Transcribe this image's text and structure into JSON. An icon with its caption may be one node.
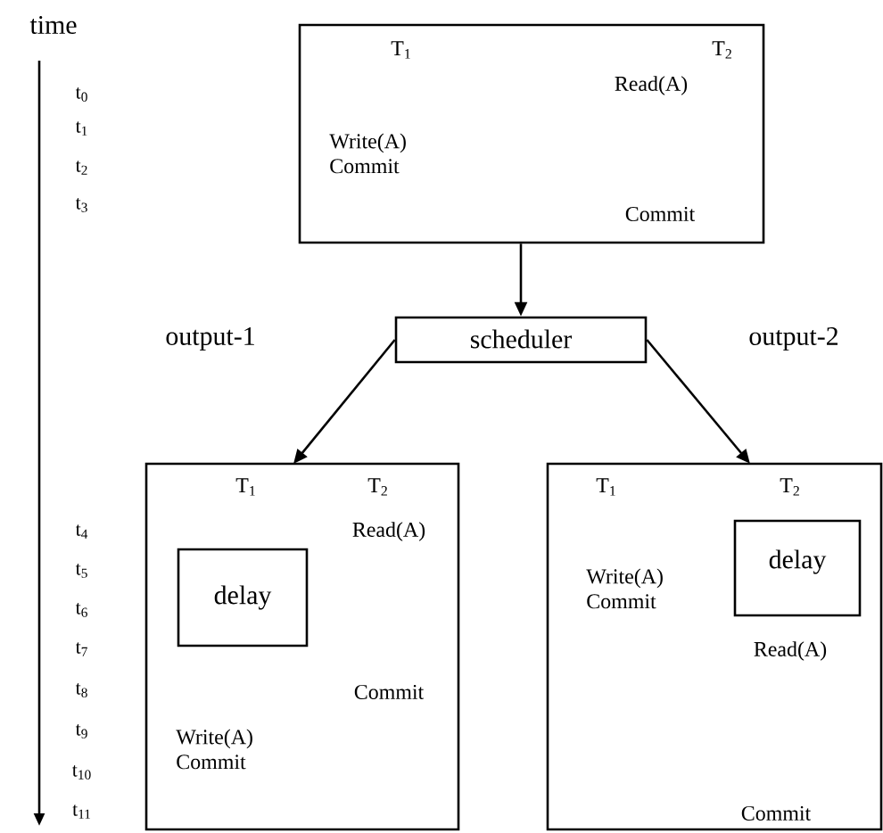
{
  "diagram": {
    "nodes": [
      {
        "text": [
          "T$_{1}$",
          "T$_{2}$",
          "Read(A)",
          "Write(A) Commit",
          "Commit"
        ]
      },
      {
        "text": [
          "scheduler"
        ]
      },
      {
        "text": [
          "T$_{1}$",
          "T$_{2}$",
          "Read(A)",
          "Commit",
          "Write(A) Commit"
        ]
      },
      {
        "text": [
          "delay"
        ],
        "in": 2
      },
      {
        "text": [
          "T$_{1}$",
          "T$_{2}$",
          "Write(A) Commit",
          "Read(A)",
          "Commit"
        ]
      },
      {
        "text": [
          "delay"
        ],
        "in": 4
      }
    ],
    "edges": [
      {
        "from": 0,
        "to": 1,
        "arrow": "to"
      },
      {
        "from": 1,
        "to": 2,
        "arrow": "to",
        "label": "output-1"
      },
      {
        "from": 1,
        "to": 4,
        "arrow": "to",
        "label": "output-2"
      }
    ],
    "labels": [
      "time",
      "t$_{0}$",
      "t$_{1}$",
      "t$_{2}$",
      "t$_{3}$",
      "t$_{4}$",
      "t$_{5}$",
      "t$_{6}$",
      "t$_{7}$",
      "t$_{8}$",
      "t$_{9}$",
      "t$_{10}$",
      "t$_{11}$"
    ]
  }
}
